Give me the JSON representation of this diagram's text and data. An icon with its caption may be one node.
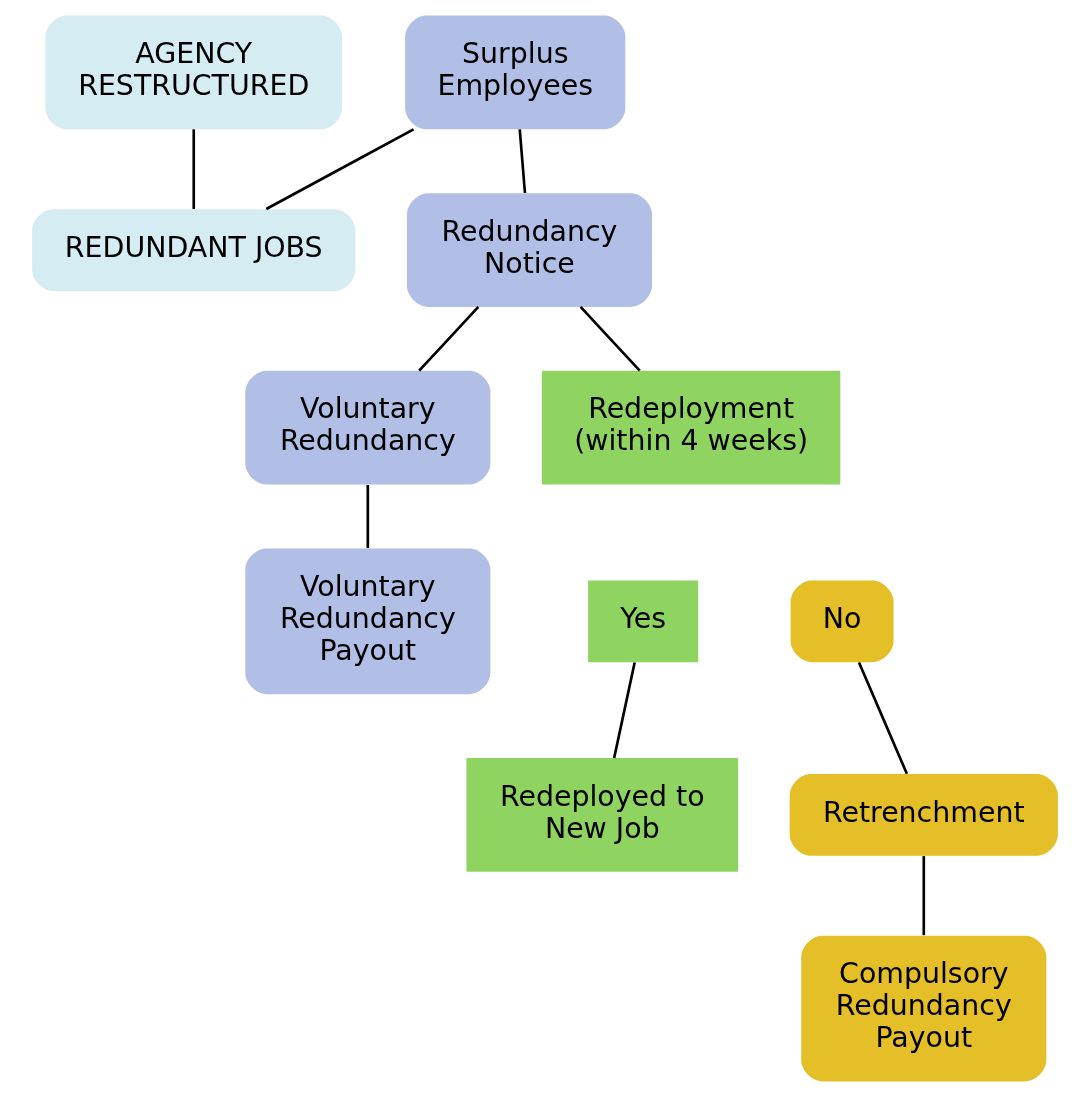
{
  "diagram": {
    "nodes": [
      {
        "text": [
          "AGENCY RESTRUCTURED"
        ]
      },
      {
        "text": [
          "Surplus Employees"
        ]
      },
      {
        "text": [
          "REDUNDANT JOBS"
        ]
      },
      {
        "text": [
          "Redundancy Notice"
        ]
      },
      {
        "text": [
          "Voluntary Redundancy"
        ]
      },
      {
        "text": [
          "Redeployment (within 4 weeks)"
        ]
      },
      {
        "text": [
          "Yes"
        ]
      },
      {
        "text": [
          "No"
        ]
      },
      {
        "text": [
          "Redeployed to New Job"
        ]
      },
      {
        "text": [
          "Retrenchment"
        ]
      },
      {
        "text": [
          "Voluntary Redundancy Payout"
        ]
      },
      {
        "text": [
          "Compulsory Redundancy Payout"
        ]
      }
    ],
    "edges": [
      {
        "from": 0,
        "to": 2,
        "arrow": "none"
      },
      {
        "from": 2,
        "to": 1,
        "arrow": "none"
      },
      {
        "from": 1,
        "to": 3,
        "arrow": "none"
      },
      {
        "from": 3,
        "to": 4,
        "arrow": "none"
      },
      {
        "from": 3,
        "to": 5,
        "arrow": "none"
      },
      {
        "from": 4,
        "to": 10,
        "arrow": "none"
      },
      {
        "from": 6,
        "to": 8,
        "arrow": "none"
      },
      {
        "from": 7,
        "to": 9,
        "arrow": "none"
      },
      {
        "from": 9,
        "to": 11,
        "arrow": "none"
      }
    ]
  }
}
